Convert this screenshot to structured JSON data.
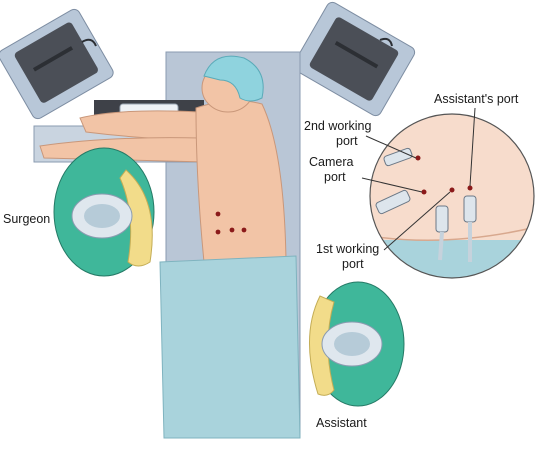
{
  "labels": {
    "surgeon": "Surgeon",
    "assistant": "Assistant",
    "assistants_port": "Assistant's port",
    "second_working_port_l1": "2nd working",
    "second_working_port_l2": "port",
    "camera_port_l1": "Camera",
    "camera_port_l2": "port",
    "first_working_port_l1": "1st working",
    "first_working_port_l2": "port"
  },
  "colors": {
    "monitor_frame": "#b8c7d8",
    "monitor_body": "#4b4f57",
    "table": "#b9c6d6",
    "skin": "#f2c4a6",
    "drape": "#a9d3dc",
    "cap": "#8fd3de",
    "gown": "#3fb79a",
    "gown_shoulder": "#f2dc8a",
    "port_mark": "#8b1a1a",
    "inset_fill": "#f7dccc",
    "line": "#333333"
  }
}
